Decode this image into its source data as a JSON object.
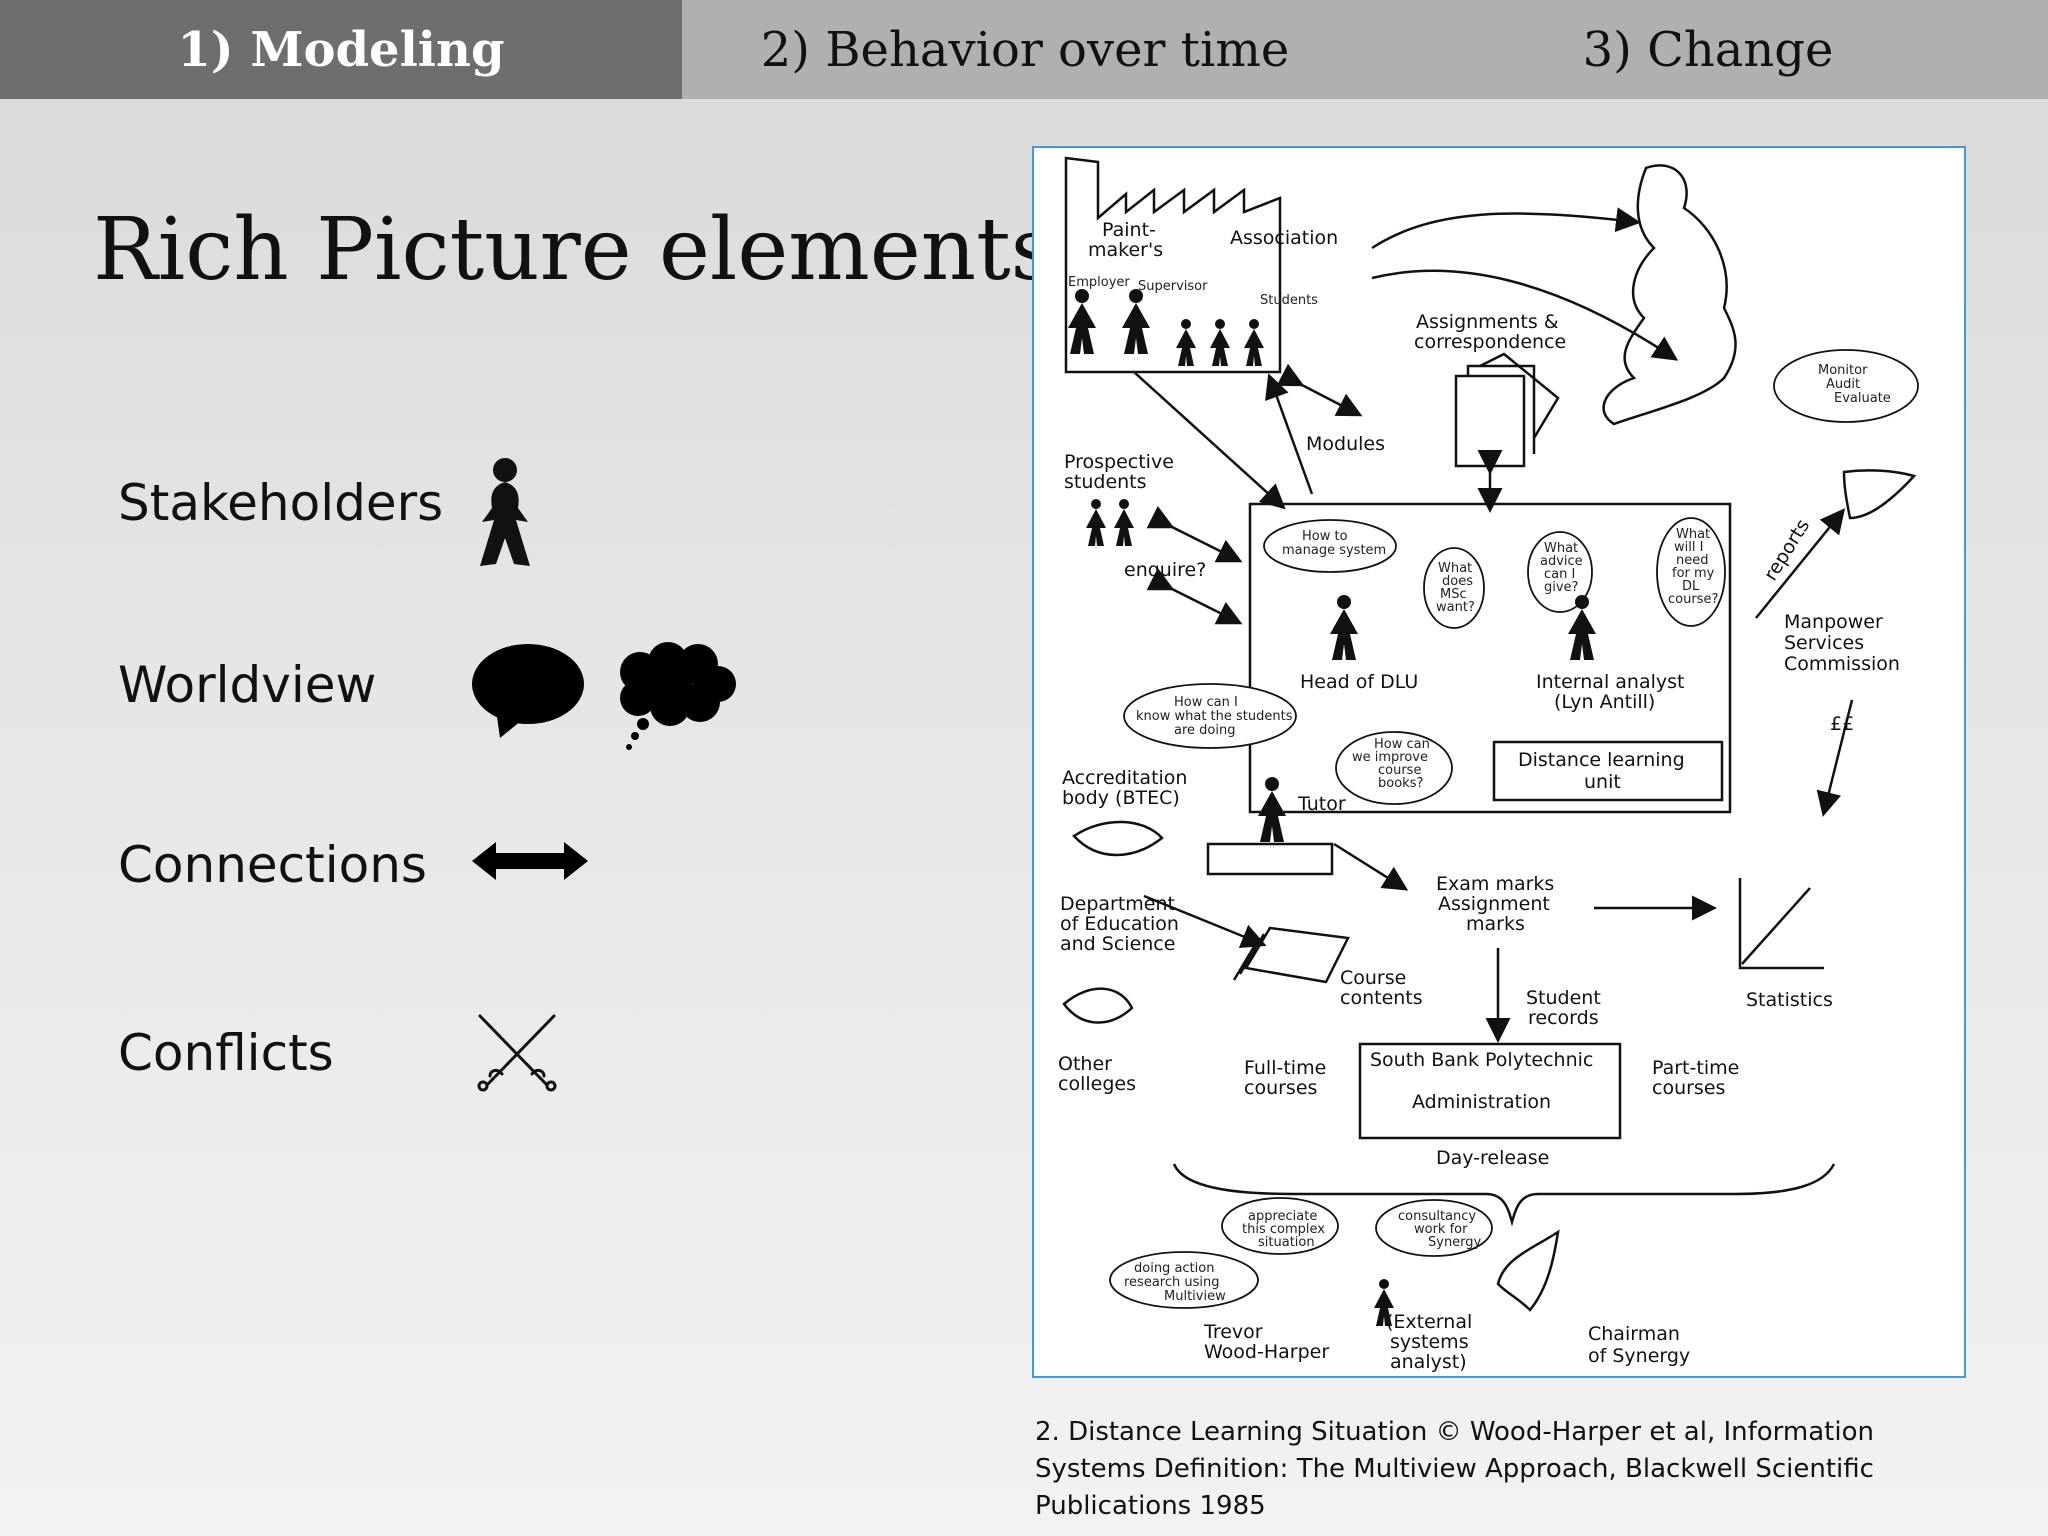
{
  "tabs": [
    {
      "label": "1) Modeling",
      "active": true
    },
    {
      "label": "2) Behavior over time",
      "active": false
    },
    {
      "label": "3) Change",
      "active": false
    }
  ],
  "title": "Rich Picture elements",
  "elements": [
    {
      "label": "Stakeholders",
      "icon": "stick-figure-icon"
    },
    {
      "label": "Worldview",
      "icon": "speech-bubble-icon"
    },
    {
      "label": "Connections",
      "icon": "double-arrow-icon"
    },
    {
      "label": "Conflicts",
      "icon": "crossed-swords-icon"
    }
  ],
  "diagram": {
    "labels": {
      "paint_makers": [
        "Paint-",
        "maker's"
      ],
      "association": "Association",
      "employer": "Employer",
      "supervisor": "Supervisor",
      "students_small": "Students",
      "assignments": [
        "Assignments &",
        "correspondence"
      ],
      "modules": "Modules",
      "prospective": [
        "Prospective",
        "students"
      ],
      "enquire": "enquire?",
      "monitor": [
        "Monitor",
        "Audit",
        "Evaluate"
      ],
      "reports": "reports",
      "manpower": [
        "Manpower",
        "Services",
        "Commission"
      ],
      "cc": "££",
      "thought_manage": [
        "How to",
        "manage system"
      ],
      "thought_msc": [
        "What",
        "does",
        "MSc",
        "want?"
      ],
      "thought_advice": [
        "What",
        "advice",
        "can I",
        "give?"
      ],
      "thought_need": [
        "What",
        "will I",
        "need",
        "for my",
        "DL",
        "course?"
      ],
      "head_dlu": "Head of DLU",
      "internal_analyst": [
        "Internal analyst",
        "(Lyn Antill)"
      ],
      "thought_students_doing": [
        "How can I",
        "know what the students",
        "are doing"
      ],
      "thought_improve": [
        "How can",
        "we improve",
        "course",
        "books?"
      ],
      "dlu": [
        "Distance learning",
        "unit"
      ],
      "accreditation": [
        "Accreditation",
        "body (BTEC)"
      ],
      "tutor": "Tutor",
      "exam_marks": [
        "Exam marks",
        "Assignment",
        "marks"
      ],
      "des": [
        "Department",
        "of Education",
        "and Science"
      ],
      "course_contents": [
        "Course",
        "contents"
      ],
      "student_records": [
        "Student",
        "records"
      ],
      "statistics": "Statistics",
      "other_colleges": [
        "Other",
        "colleges"
      ],
      "fulltime": [
        "Full-time",
        "courses"
      ],
      "sbp": [
        "South Bank Polytechnic",
        "Administration"
      ],
      "parttime": [
        "Part-time",
        "courses"
      ],
      "day_release": "Day-release",
      "thought_appreciate": [
        "appreciate",
        "this complex",
        "situation"
      ],
      "thought_consultancy": [
        "consultancy",
        "work for",
        "Synergy"
      ],
      "thought_action": [
        "doing action",
        "research using",
        "Multiview"
      ],
      "trevor": [
        "Trevor",
        "Wood-Harper"
      ],
      "external": [
        "(External",
        "systems",
        "analyst)"
      ],
      "chairman": [
        "Chairman",
        "of Synergy"
      ]
    }
  },
  "caption": "2. Distance Learning Situation © Wood-Harper et al, Information Systems Definition: The Multiview Approach, Blackwell Scientific Publications 1985"
}
